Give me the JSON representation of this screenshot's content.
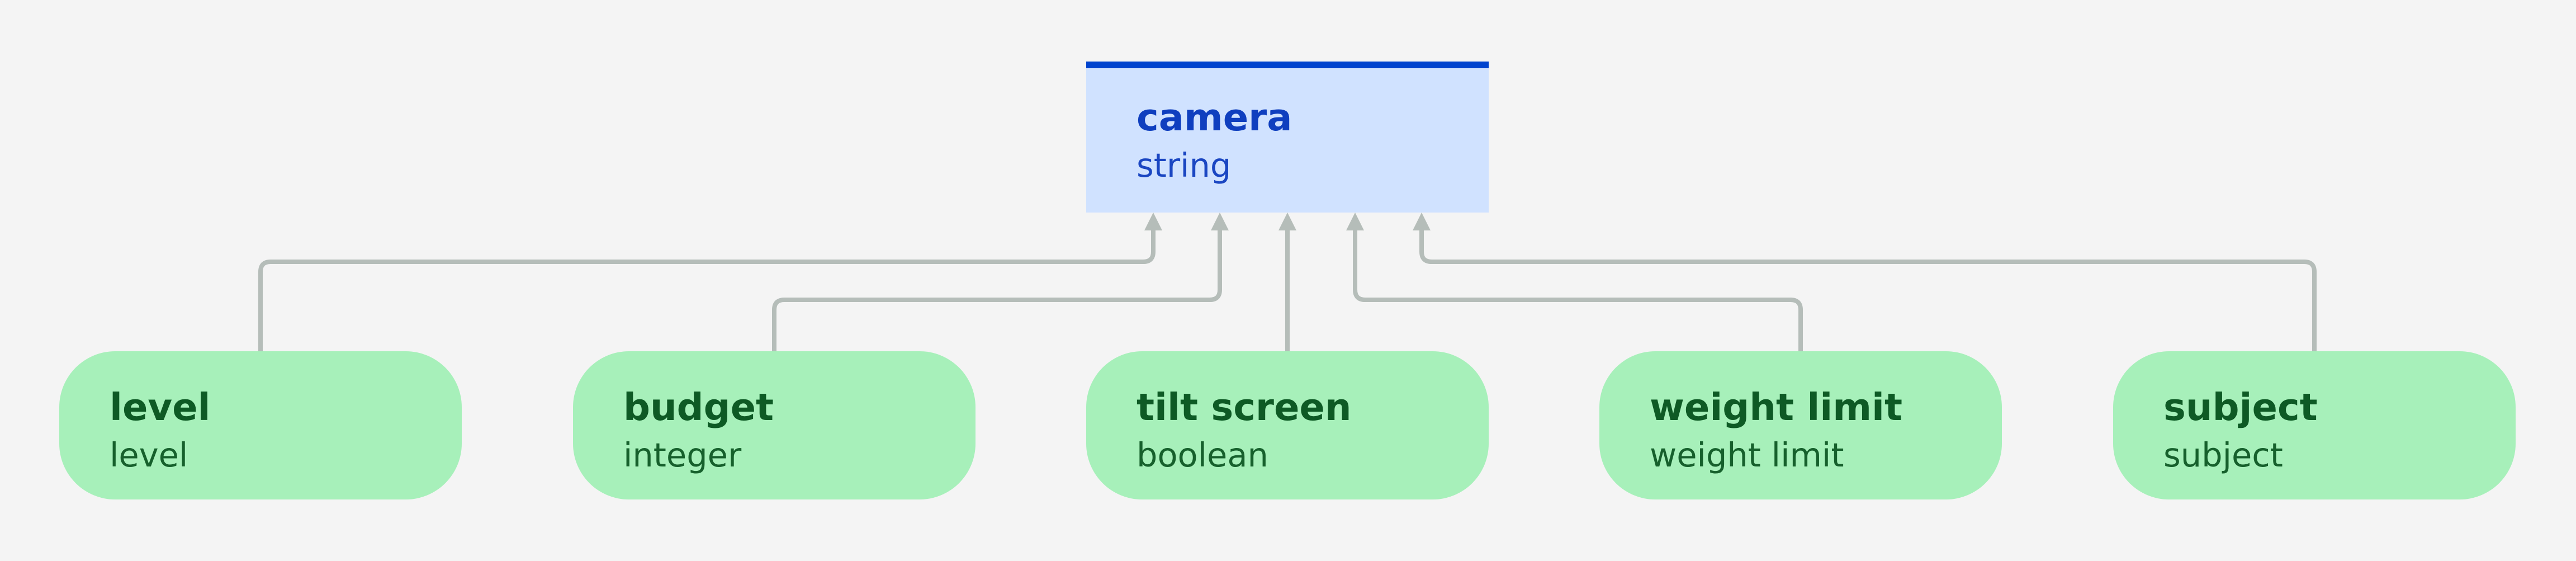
{
  "colors": {
    "background": "#f4f4f4",
    "root_fill": "#d0e2ff",
    "root_bar": "#0043ce",
    "root_text": "#0f3fbf",
    "child_fill": "#a7f0ba",
    "child_text": "#0e5a25",
    "edge": "#b5bdb9"
  },
  "root": {
    "name": "camera",
    "type": "string"
  },
  "children": [
    {
      "name": "level",
      "type": "level"
    },
    {
      "name": "budget",
      "type": "integer"
    },
    {
      "name": "tilt screen",
      "type": "boolean"
    },
    {
      "name": "weight limit",
      "type": "weight limit"
    },
    {
      "name": "subject",
      "type": "subject"
    }
  ]
}
